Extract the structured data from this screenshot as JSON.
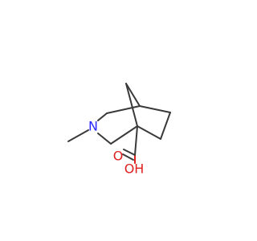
{
  "molecule": {
    "atoms": {
      "nitrogen": "N",
      "hydroxyl": "OH",
      "carbonyl_oxygen": "O"
    },
    "colors": {
      "bond": "#3a3a3a",
      "nitrogen": "#2a2aff",
      "oxygen": "#e02020"
    }
  }
}
